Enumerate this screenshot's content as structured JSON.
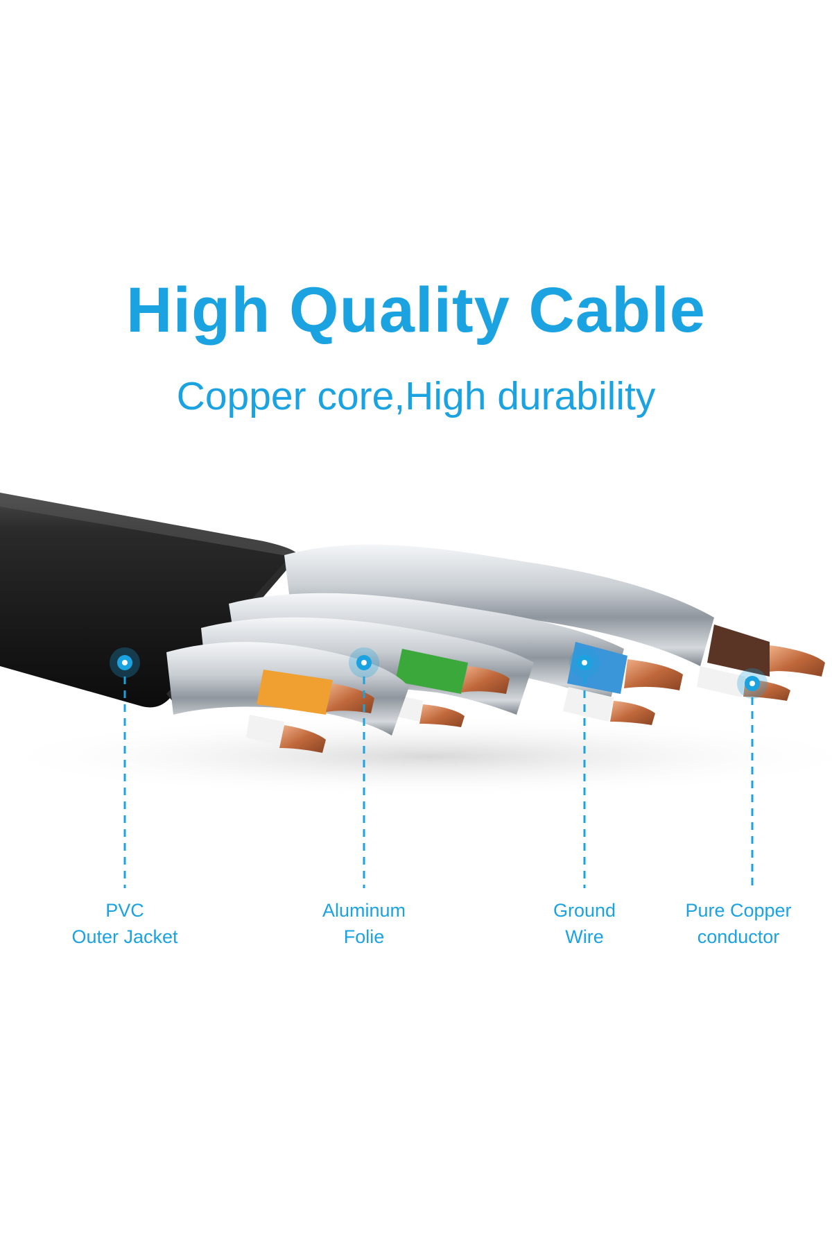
{
  "colors": {
    "accent": "#1aa3e0",
    "jacket": "#1b1b1b",
    "foil": "#bcc1c6",
    "copper": "#c8774a",
    "wire_orange": "#f0a030",
    "wire_green": "#3aa83a",
    "wire_blue": "#3a96d8",
    "wire_brown": "#5a3526",
    "wire_white": "#f2f2f2"
  },
  "header": {
    "title": "High Quality Cable",
    "subtitle": "Copper core,High durability"
  },
  "callouts": [
    {
      "line1": "PVC",
      "line2": "Outer Jacket"
    },
    {
      "line1": "Aluminum",
      "line2": "Folie"
    },
    {
      "line1": "Ground",
      "line2": "Wire"
    },
    {
      "line1": "Pure Copper",
      "line2": "conductor"
    }
  ]
}
